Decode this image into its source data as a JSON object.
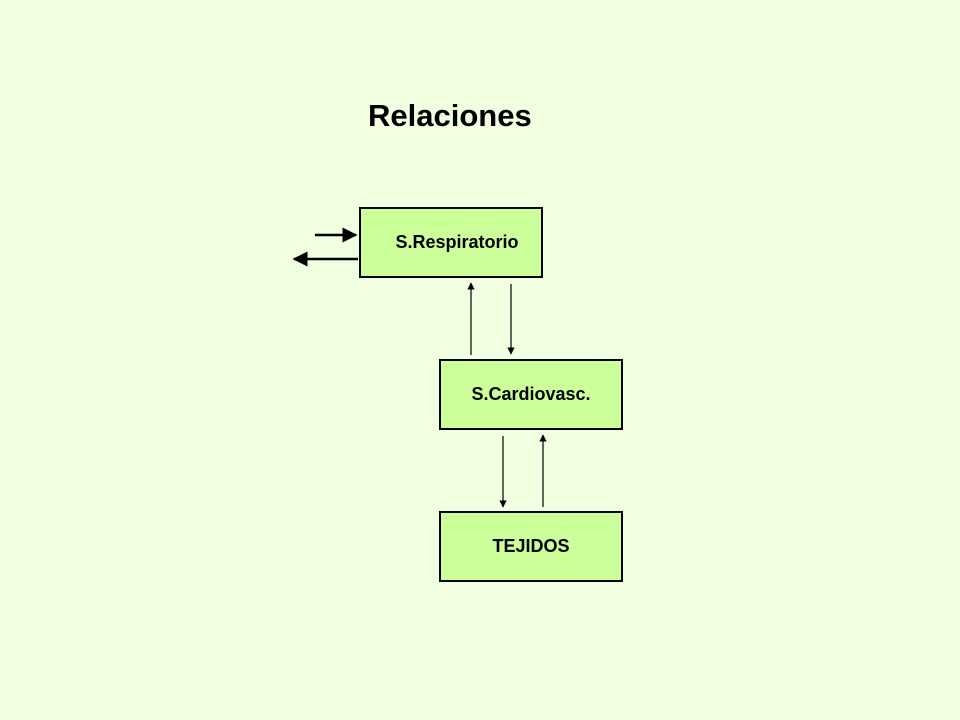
{
  "title": "Relaciones",
  "boxes": {
    "respiratorio": "S.Respiratorio",
    "cardiovascular": "S.Cardiovasc.",
    "tejidos": "TEJIDOS"
  },
  "colors": {
    "background": "#efffe0",
    "box_fill": "#ccff99",
    "line": "#000000"
  }
}
